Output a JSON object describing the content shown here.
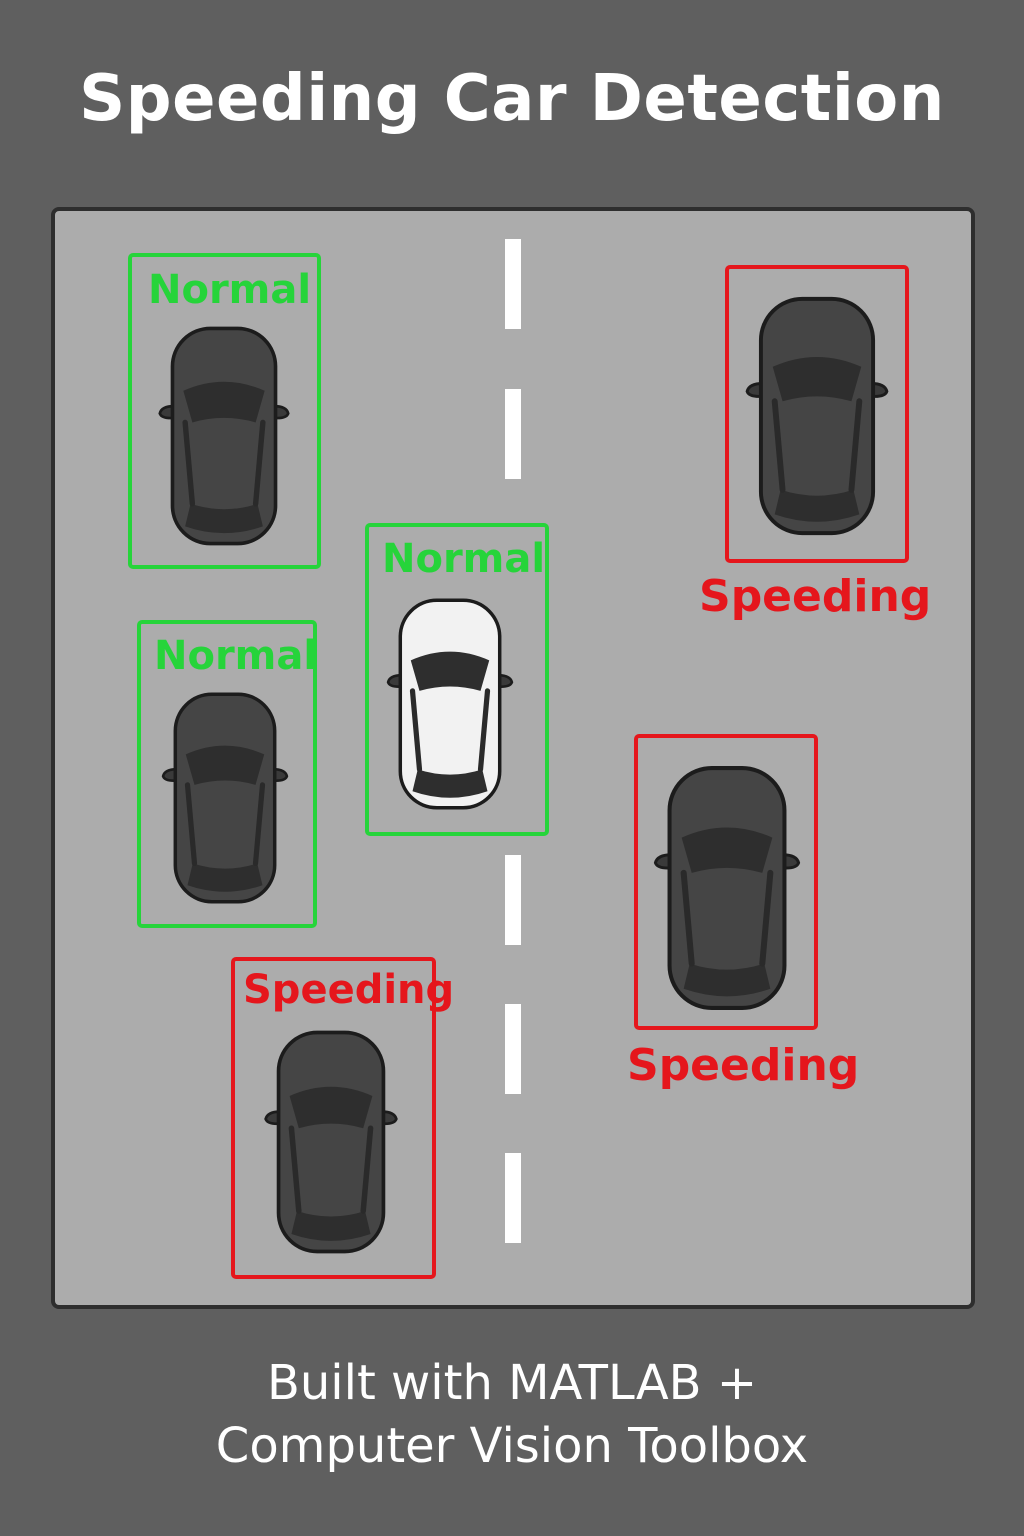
{
  "title": "Speeding Car Detection",
  "detections": [
    {
      "label": "Normal",
      "status": "normal",
      "car_color": "dark"
    },
    {
      "label": "Normal",
      "status": "normal",
      "car_color": "white"
    },
    {
      "label": "Normal",
      "status": "normal",
      "car_color": "dark"
    },
    {
      "label": "Speeding",
      "status": "speeding",
      "car_color": "dark"
    },
    {
      "label": "Speeding",
      "status": "speeding",
      "car_color": "dark"
    },
    {
      "label": "Speeding",
      "status": "speeding",
      "car_color": "dark"
    }
  ],
  "colors": {
    "background": "#5f5f5f",
    "road": "#acacac",
    "normal": "#26d43a",
    "speeding": "#e5161c"
  },
  "footer": {
    "line1": "Built with MATLAB +",
    "line2": "Computer Vision Toolbox"
  }
}
